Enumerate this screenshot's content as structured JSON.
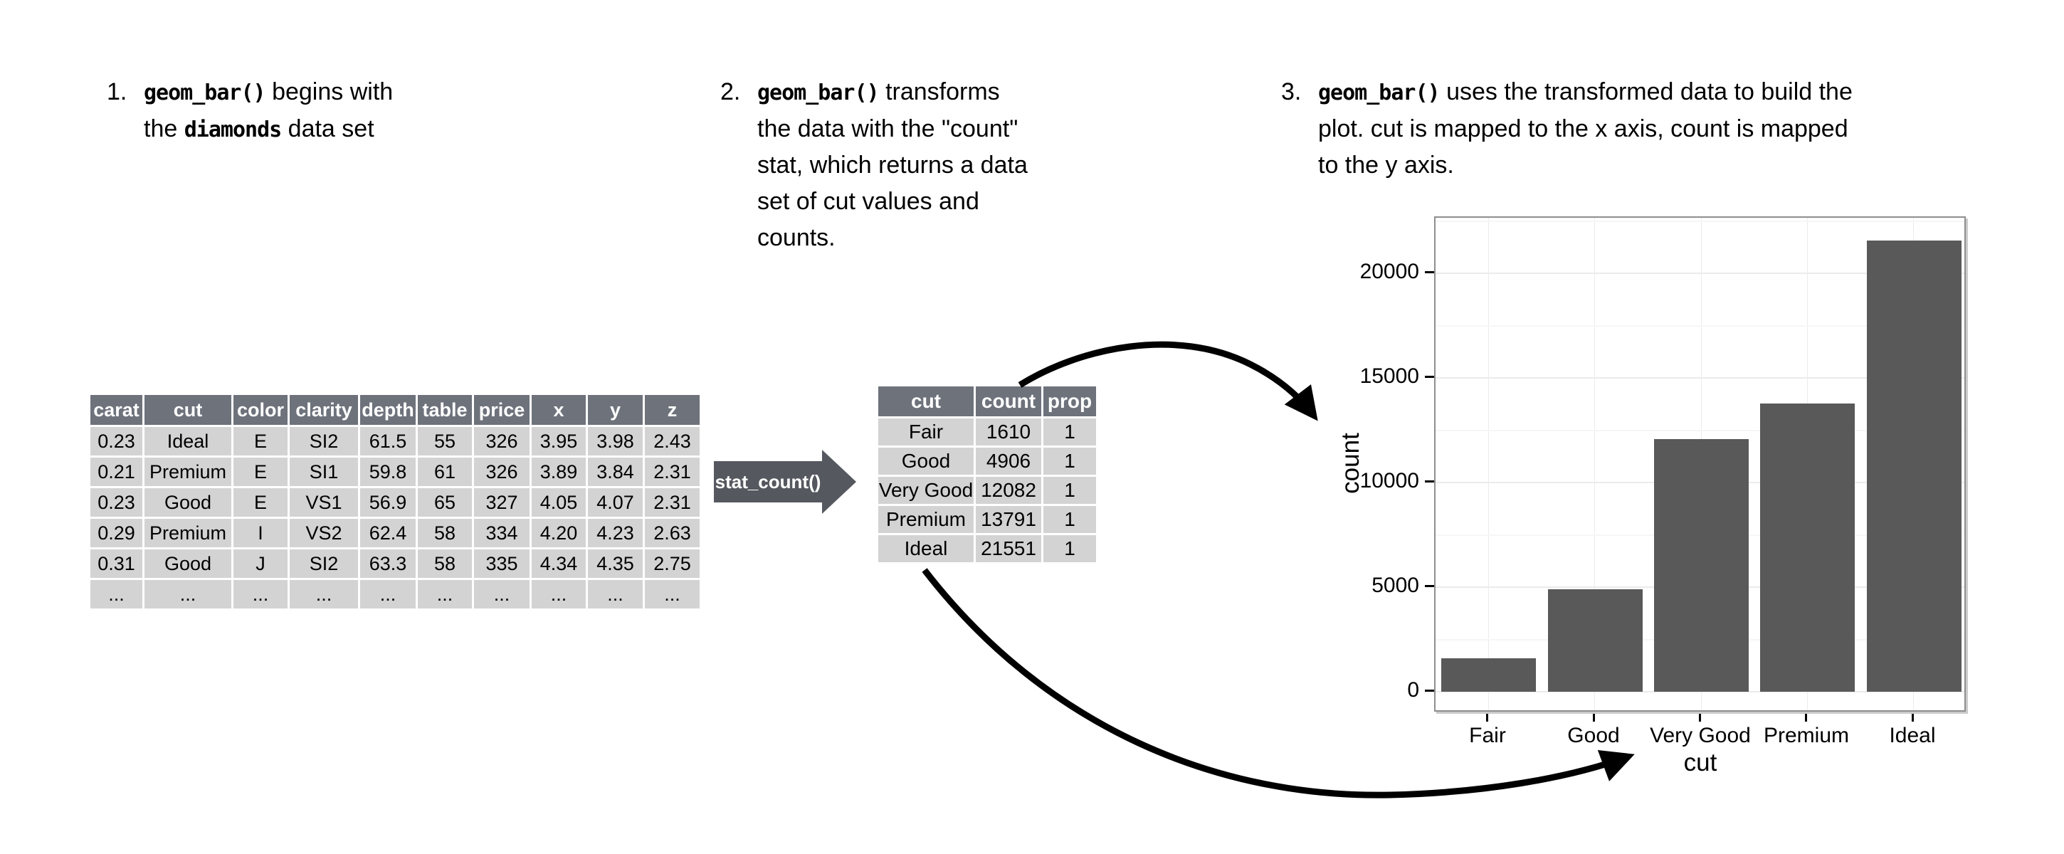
{
  "notes": {
    "n1": {
      "number": "1.",
      "line1_code": "geom_bar()",
      "line1_rest": " begins with",
      "line2_pre": "the ",
      "line2_code": "diamonds",
      "line2_rest": " data set"
    },
    "n2": {
      "number": "2.",
      "line1_code": "geom_bar()",
      "line1_rest": " transforms",
      "line2": "the data with the \"count\"",
      "line3": "stat, which returns a data",
      "line4": "set of cut values and",
      "line5": "counts."
    },
    "n3": {
      "number": "3.",
      "line1_code": "geom_bar()",
      "line1_rest": " uses the transformed data to build the",
      "line2": "plot. cut is mapped to the x axis, count is mapped",
      "line3": "to the y axis."
    }
  },
  "diamonds_table": {
    "headers": [
      "carat",
      "cut",
      "color",
      "clarity",
      "depth",
      "table",
      "price",
      "x",
      "y",
      "z"
    ],
    "rows": [
      [
        "0.23",
        "Ideal",
        "E",
        "SI2",
        "61.5",
        "55",
        "326",
        "3.95",
        "3.98",
        "2.43"
      ],
      [
        "0.21",
        "Premium",
        "E",
        "SI1",
        "59.8",
        "61",
        "326",
        "3.89",
        "3.84",
        "2.31"
      ],
      [
        "0.23",
        "Good",
        "E",
        "VS1",
        "56.9",
        "65",
        "327",
        "4.05",
        "4.07",
        "2.31"
      ],
      [
        "0.29",
        "Premium",
        "I",
        "VS2",
        "62.4",
        "58",
        "334",
        "4.20",
        "4.23",
        "2.63"
      ],
      [
        "0.31",
        "Good",
        "J",
        "SI2",
        "63.3",
        "58",
        "335",
        "4.34",
        "4.35",
        "2.75"
      ],
      [
        "...",
        "...",
        "...",
        "...",
        "...",
        "...",
        "...",
        "...",
        "...",
        "..."
      ]
    ]
  },
  "transform_arrow": {
    "label": "stat_count()"
  },
  "count_table": {
    "headers": [
      "cut",
      "count",
      "prop"
    ],
    "rows": [
      [
        "Fair",
        "1610",
        "1"
      ],
      [
        "Good",
        "4906",
        "1"
      ],
      [
        "Very Good",
        "12082",
        "1"
      ],
      [
        "Premium",
        "13791",
        "1"
      ],
      [
        "Ideal",
        "21551",
        "1"
      ]
    ]
  },
  "chart_data": {
    "type": "bar",
    "categories": [
      "Fair",
      "Good",
      "Very Good",
      "Premium",
      "Ideal"
    ],
    "values": [
      1610,
      4906,
      12082,
      13791,
      21551
    ],
    "title": "",
    "xlabel": "cut",
    "ylabel": "count",
    "ylim": [
      0,
      22650
    ],
    "yticks": [
      0,
      5000,
      10000,
      15000,
      20000
    ],
    "yticks_minor": [
      2500,
      7500,
      12500,
      17500,
      22500
    ],
    "grid": true,
    "legend": false
  },
  "colors": {
    "bar": "#595959",
    "table_header_bg": "#6d727b",
    "table_cell_bg": "#d3d3d3",
    "stat_arrow_bg": "#55585e",
    "panel_border": "#8e8e8e",
    "grid_major": "#ebebeb",
    "grid_minor": "#f6f6f6",
    "flow_arrow": "#000000"
  }
}
